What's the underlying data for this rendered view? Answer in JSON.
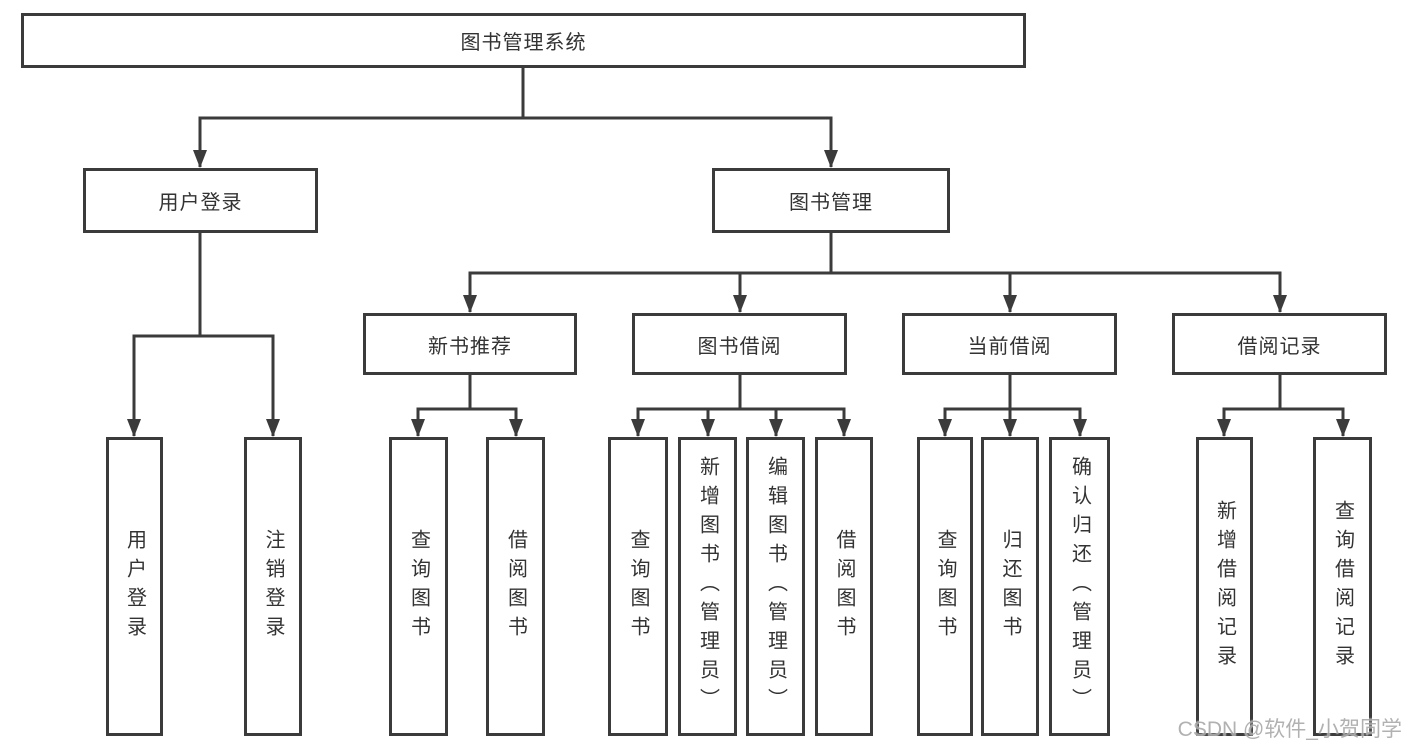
{
  "diagram_title": "图书管理系统",
  "nodes": {
    "root": {
      "label": "图书管理系统"
    },
    "userLogin": {
      "label": "用户登录",
      "children": [
        {
          "label": "用户登录"
        },
        {
          "label": "注销登录"
        }
      ]
    },
    "bookMgmt": {
      "label": "图书管理"
    },
    "newBookRec": {
      "label": "新书推荐",
      "children": [
        {
          "label": "查询图书"
        },
        {
          "label": "借阅图书"
        }
      ]
    },
    "bookBorrow": {
      "label": "图书借阅",
      "children": [
        {
          "label": "查询图书"
        },
        {
          "label": "新增图书（管理员）"
        },
        {
          "label": "编辑图书（管理员）"
        },
        {
          "label": "借阅图书"
        }
      ]
    },
    "currentBorrow": {
      "label": "当前借阅",
      "children": [
        {
          "label": "查询图书"
        },
        {
          "label": "归还图书"
        },
        {
          "label": "确认归还（管理员）"
        }
      ]
    },
    "borrowRecord": {
      "label": "借阅记录",
      "children": [
        {
          "label": "新增借阅记录"
        },
        {
          "label": "查询借阅记录"
        }
      ]
    }
  },
  "watermark": "CSDN @软件_小贺同学",
  "colors": {
    "line": "#3b3b3b",
    "text": "#333333",
    "background": "#ffffff",
    "watermark": "#a9a9a9"
  }
}
